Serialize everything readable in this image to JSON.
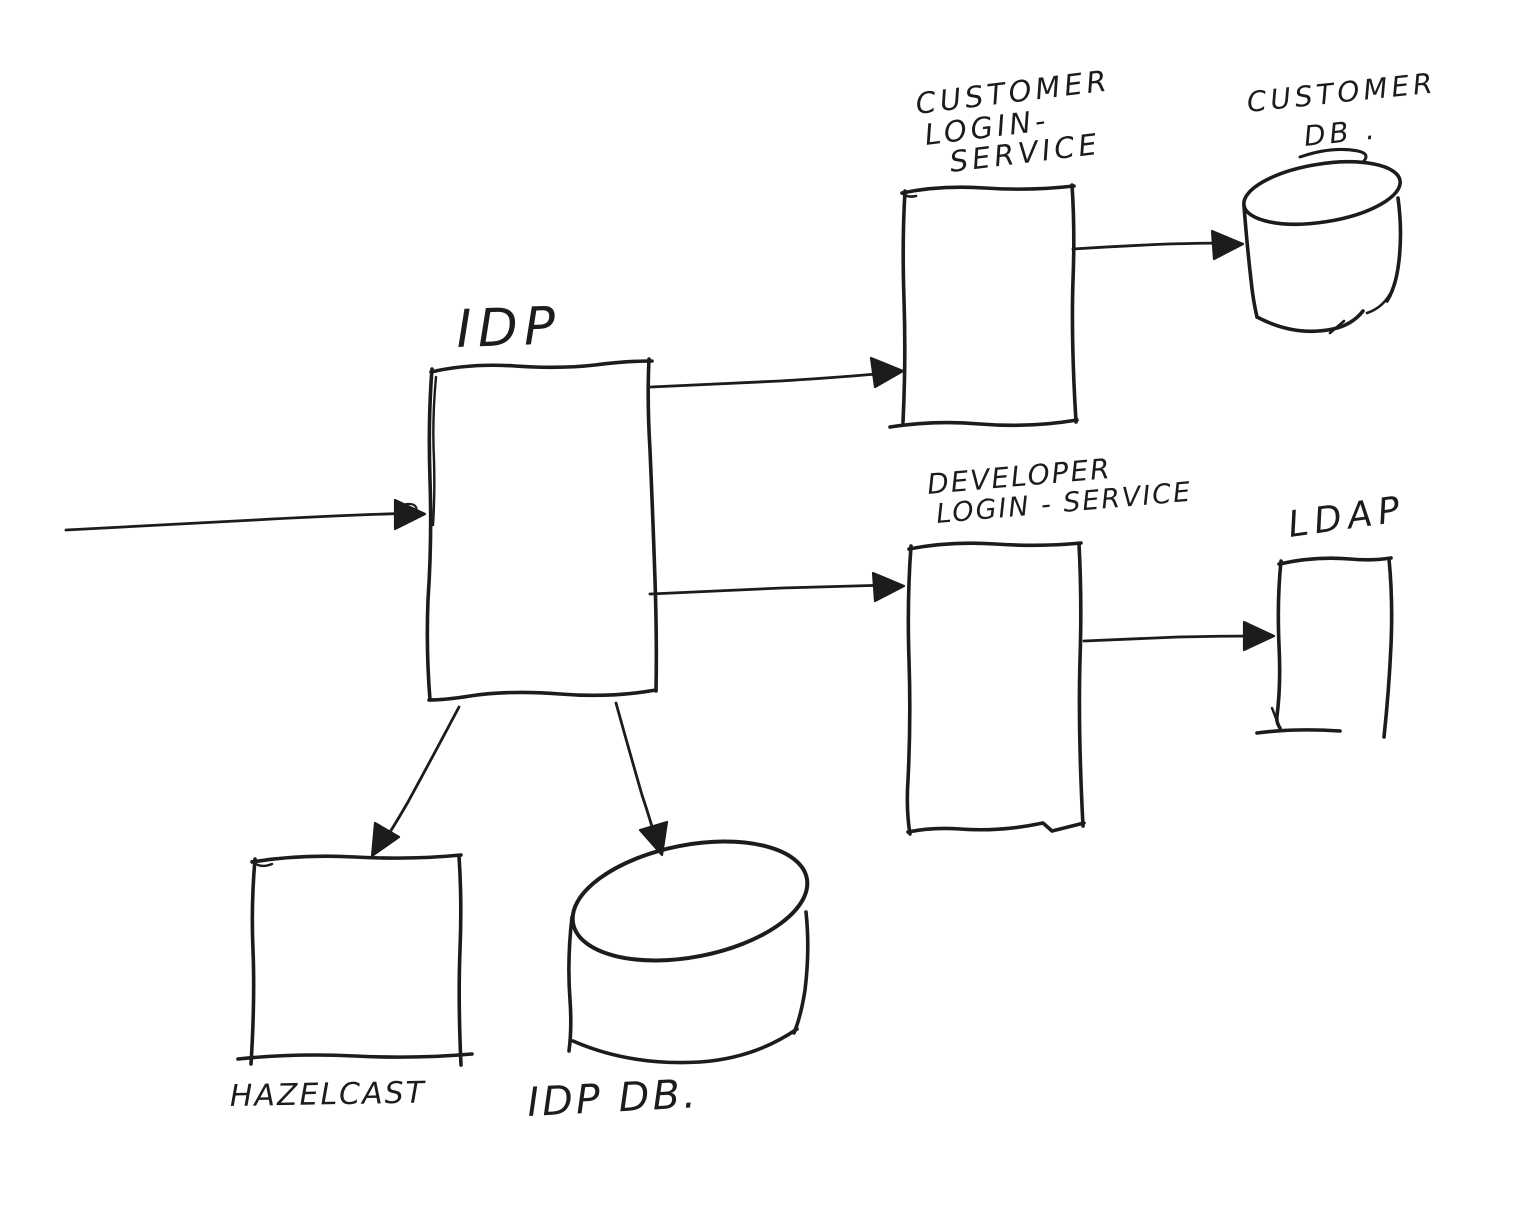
{
  "diagram": {
    "type": "hand-drawn-architecture-sketch",
    "background": "#ffffff",
    "ink": "#1c1c1c",
    "nodes": {
      "idp": {
        "label": "IDP",
        "shape": "box"
      },
      "customer_login": {
        "line1": "CUSTOMER",
        "line2": "LOGIN-",
        "line3": "SERVICE",
        "shape": "box"
      },
      "customer_db": {
        "line1": "CUSTOMER",
        "line2": "DB .",
        "shape": "cylinder"
      },
      "developer_login": {
        "line1": "DEVELOPER",
        "line2": "LOGIN - SERVICE",
        "shape": "box"
      },
      "ldap": {
        "label": "LDAP",
        "shape": "box"
      },
      "hazelcast": {
        "label": "HAZELCAST",
        "shape": "box"
      },
      "idp_db": {
        "label": "IDP DB.",
        "shape": "cylinder"
      }
    },
    "edges": [
      {
        "from": "external-left",
        "to": "idp"
      },
      {
        "from": "idp",
        "to": "customer_login"
      },
      {
        "from": "customer_login",
        "to": "customer_db"
      },
      {
        "from": "idp",
        "to": "developer_login"
      },
      {
        "from": "developer_login",
        "to": "ldap"
      },
      {
        "from": "idp",
        "to": "hazelcast"
      },
      {
        "from": "idp",
        "to": "idp_db"
      }
    ]
  }
}
